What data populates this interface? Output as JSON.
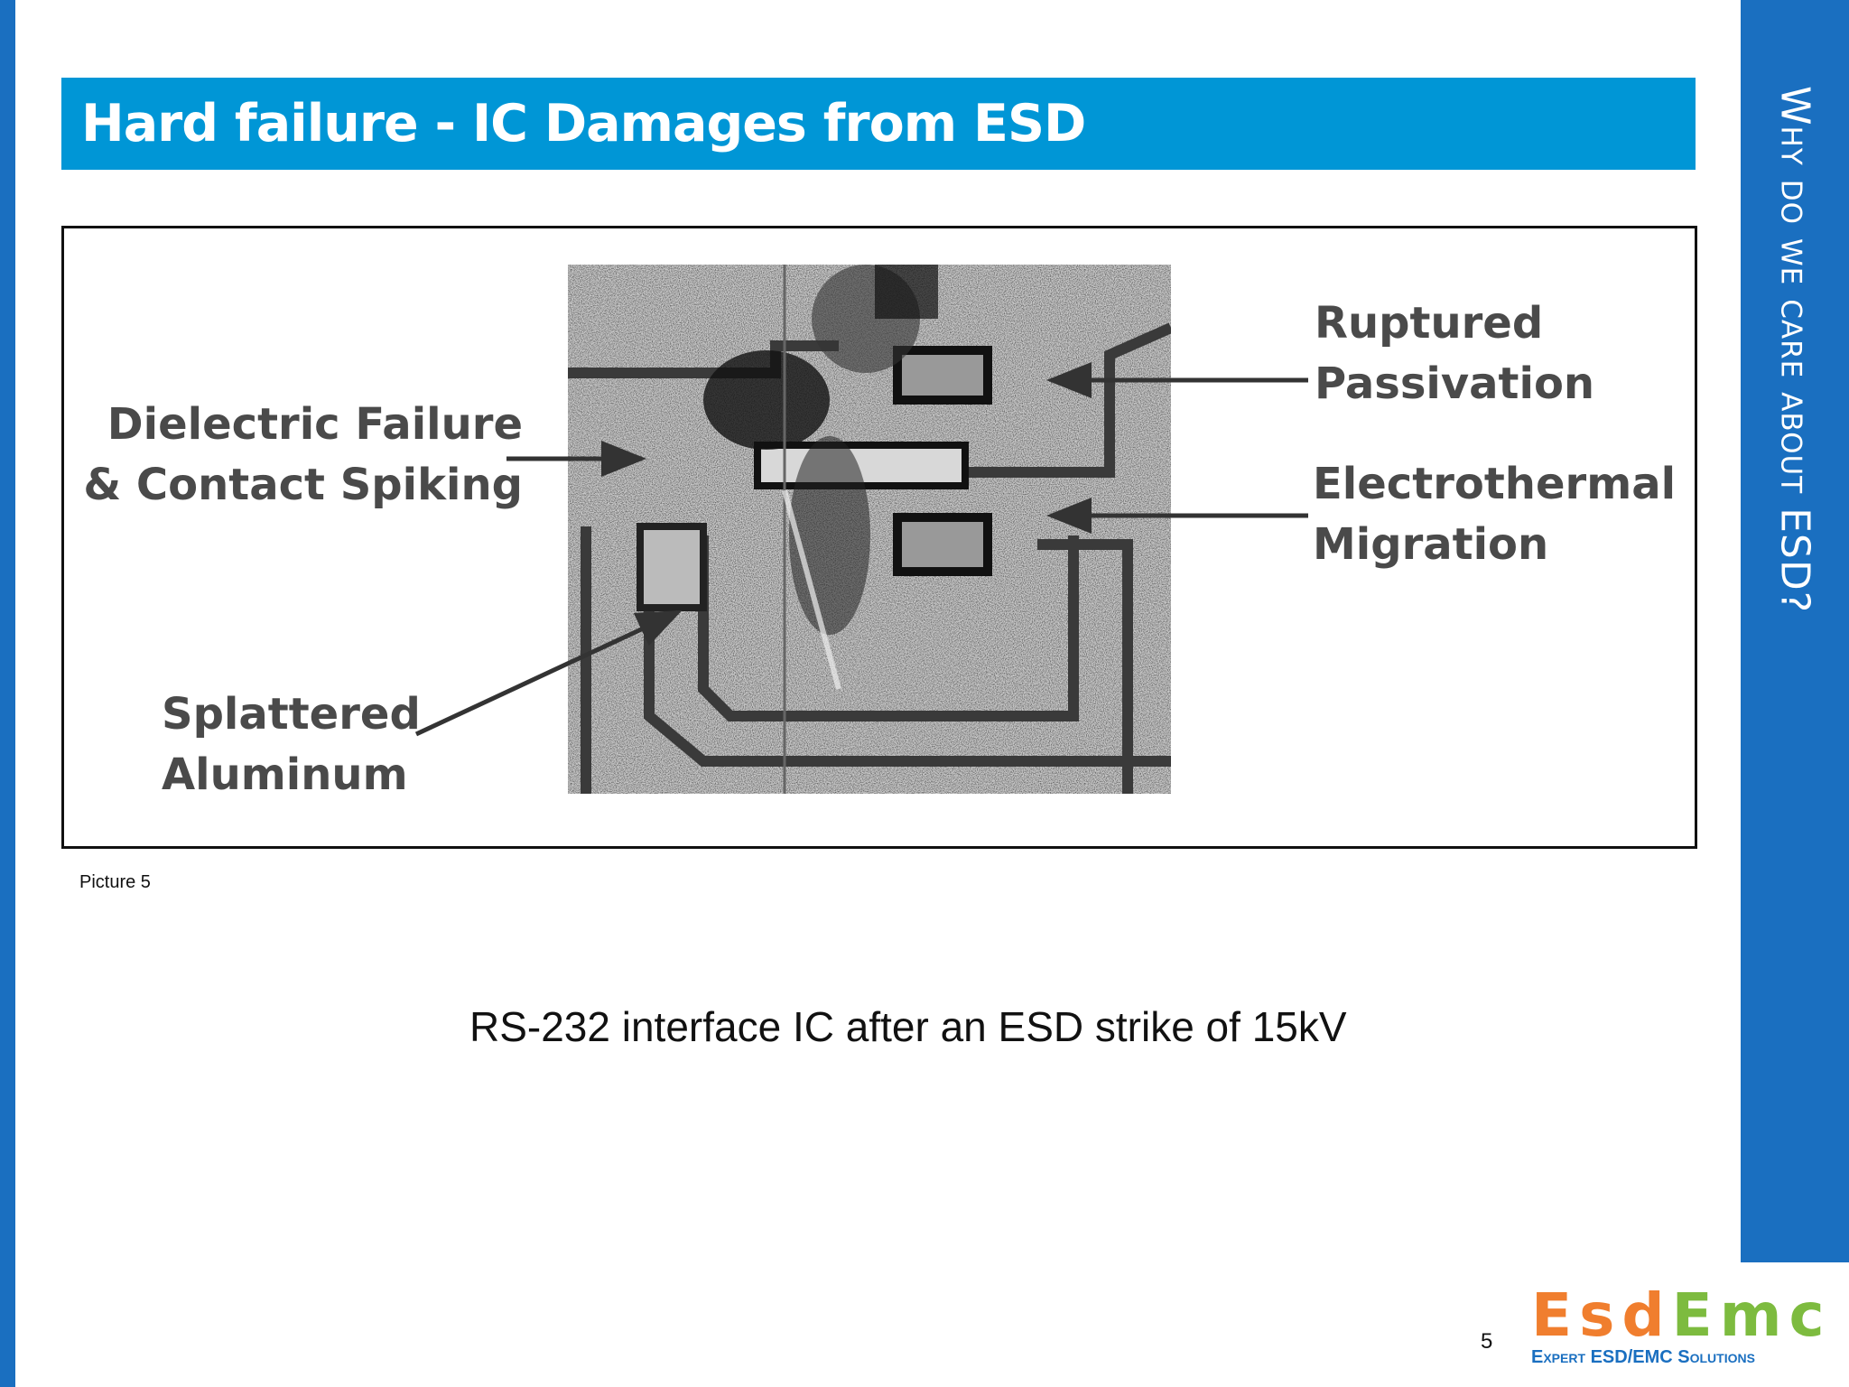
{
  "slide": {
    "title": "Hard failure - IC Damages from ESD",
    "side_title": "Why do we care about ESD?",
    "picture_caption": "Picture 5",
    "subtitle": "RS-232 interface IC after an ESD strike of 15kV",
    "page_number": "5"
  },
  "figure": {
    "labels": {
      "dielectric_1": "Dielectric Failure",
      "dielectric_2": "& Contact Spiking",
      "ruptured_1": "Ruptured",
      "ruptured_2": "Passivation",
      "electro_1": "Electrothermal",
      "electro_2": "Migration",
      "splatter_1": "Splattered",
      "splatter_2": "Aluminum"
    }
  },
  "logo": {
    "part1": "Esd",
    "part2": "Emc",
    "tagline": "Expert ESD/EMC Solutions"
  },
  "colors": {
    "brand_blue": "#1a6fc0",
    "title_blue": "#0096d6",
    "logo_orange": "#f07e2e",
    "logo_green": "#7dbb3f"
  }
}
